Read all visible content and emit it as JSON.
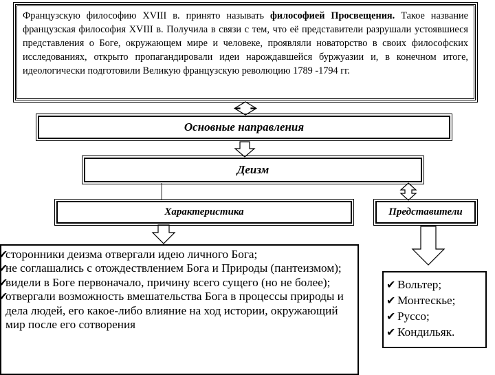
{
  "intro": {
    "part1": "Французскую философию XVIII в. принято называть ",
    "bold": "философией Просвещения.",
    "part2": " Такое название французская философия XVIII в. Получила в связи с тем, что её представители разрушали устоявшиеся представления о Боге, окружающем мире и человеке, проявляли новаторство в своих философских исследованиях, открыто пропагандировали идеи нарождавшейся буржуазии и, в конечном итоге, идеологически подготовили Великую французскую революцию 1789 -1794 гг."
  },
  "nodes": {
    "main_directions": "Основные направления",
    "deism": "Деизм",
    "characteristics": "Характеристика",
    "representatives": "Представители"
  },
  "characteristics_list": [
    "сторонники деизма отвергали идею личного Бога;",
    "не соглашались с отождествлением Бога и Природы (пантеизмом);",
    "видели в Боге первоначало, причину всего сущего (но не более);",
    "отвергали возможность вмешательства Бога в процессы природы и дела людей, его какое-либо влияние на ход истории, окружающий мир после его сотворения"
  ],
  "representatives_list": [
    "Вольтер;",
    "Монтескье;",
    "Руссо;",
    "Кондильяк."
  ],
  "icons": {
    "check": "✔"
  }
}
